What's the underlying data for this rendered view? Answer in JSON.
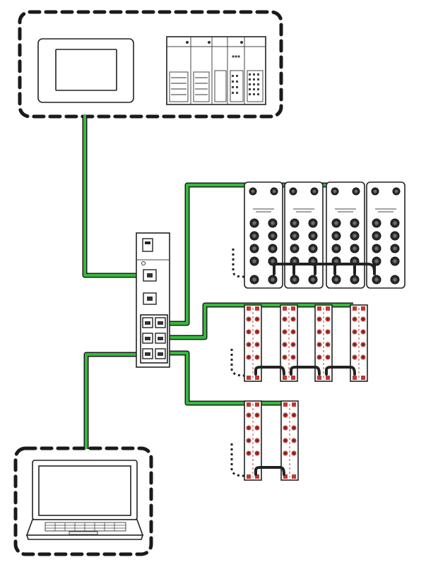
{
  "diagram": {
    "switch_label": "",
    "io_block_brand": "",
    "colors": {
      "cable_green": "#35b93c",
      "cable_outline": "#1c1c1c",
      "connector_red": "#c2372f",
      "outline": "#222222"
    },
    "groups": [
      {
        "id": "control-group",
        "members": [
          "hmi-touch-panel",
          "plc-rack"
        ]
      },
      {
        "id": "laptop-group",
        "members": [
          "laptop"
        ]
      }
    ],
    "devices": [
      "hmi-touch-panel",
      "plc-rack",
      "ethernet-switch",
      "m12-io-module-row",
      "slim-io-module-row",
      "slim-io-module-pair",
      "laptop"
    ],
    "connections": [
      {
        "from": "hmi-touch-panel",
        "to": "ethernet-switch"
      },
      {
        "from": "ethernet-switch",
        "to": "m12-io-module-row"
      },
      {
        "from": "ethernet-switch",
        "to": "slim-io-module-row"
      },
      {
        "from": "ethernet-switch",
        "to": "slim-io-module-pair"
      },
      {
        "from": "ethernet-switch",
        "to": "laptop"
      }
    ]
  }
}
